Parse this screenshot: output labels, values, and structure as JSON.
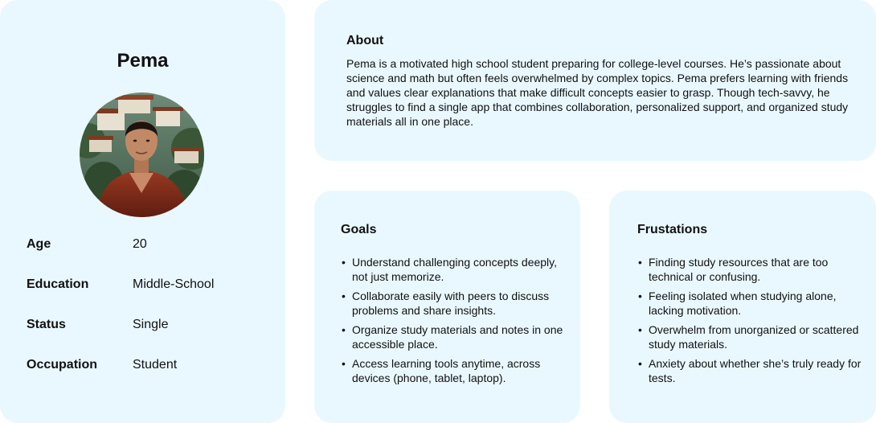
{
  "profile": {
    "name": "Pema",
    "fields": [
      {
        "label": "Age",
        "value": "20"
      },
      {
        "label": "Education",
        "value": "Middle-School"
      },
      {
        "label": "Status",
        "value": "Single"
      },
      {
        "label": "Occupation",
        "value": "Student"
      }
    ]
  },
  "about": {
    "title": "About",
    "text": "Pema is a motivated high school student preparing for college-level courses. He’s passionate about science and math but often feels overwhelmed by complex topics. Pema prefers learning with friends and values clear explanations that make difficult concepts easier to grasp. Though tech-savvy, he struggles to find a single app that combines collaboration, personalized support, and organized study materials all in one place."
  },
  "goals": {
    "title": "Goals",
    "items": [
      "Understand challenging concepts deeply, not just memorize.",
      "Collaborate easily with peers to discuss problems and share insights.",
      "Organize study materials and notes in one accessible place.",
      "Access learning tools anytime, across devices (phone, tablet, laptop)."
    ]
  },
  "frustrations": {
    "title": "Frustations",
    "items": [
      "Finding study resources that are too technical or confusing.",
      "Feeling isolated when studying alone, lacking motivation.",
      "Overwhelm from unorganized or scattered study materials.",
      "Anxiety about whether she’s truly ready for tests."
    ]
  },
  "colors": {
    "card_background": "#e9f8ff",
    "text": "#111111"
  }
}
